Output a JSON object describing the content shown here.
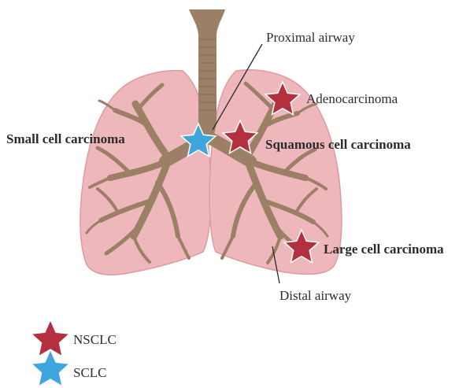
{
  "labels": {
    "proximal_airway": "Proximal airway",
    "adenocarcinoma": "Adenocarcinoma",
    "small_cell_carcinoma": "Small cell carcinoma",
    "squamous_cell_carcinoma": "Squamous cell carcinoma",
    "large_cell_carcinoma": "Large cell carcinoma",
    "distal_airway": "Distal airway"
  },
  "legend": [
    {
      "label": "NSCLC",
      "color": "#b5303e"
    },
    {
      "label": "SCLC",
      "color": "#3ea6dc"
    }
  ],
  "colors": {
    "lung": "#edb7bb",
    "lung_edge": "#de9aa0",
    "airway": "#9b8066",
    "nsclc_star": "#b5303e",
    "sclc_star": "#3ea6dc"
  }
}
